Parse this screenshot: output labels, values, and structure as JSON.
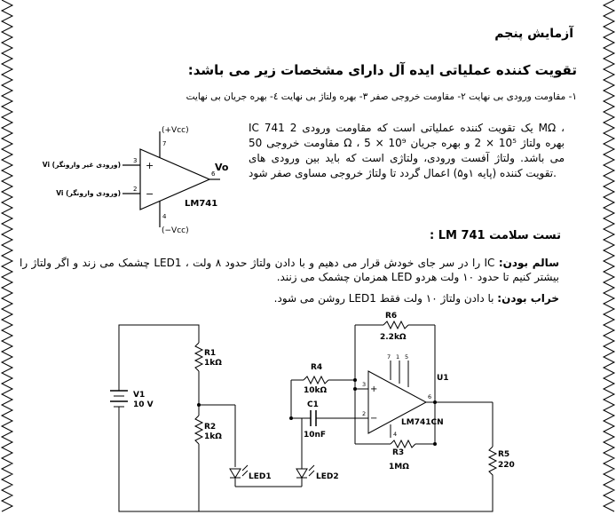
{
  "title": "آزمایش پنجم",
  "subtitle": "تقویت کننده عملیاتی ایده آل دارای مشخصات زیر می باشد:",
  "ideal_properties": "۱- مقاومت ورودی بی نهایت  ۲- مقاومت خروجی صفر  ۳- بهره ولتاژ بی نهایت  ٤- بهره جریان بی نهایت",
  "ic_description": "IC 741 یک تقویت کننده عملیاتی است که مقاومت ورودی 2 MΩ ، مقاومت خروجی 50 Ω ، بهره ولتاژ 10⁵ × 2 و بهره جریان 10⁹ × 5 می باشد.  ولتاژ آفست ورودی، ولتاژی است که باید بین ورودی های تقویت کننده (پایه ۱و۵) اعمال گردد تا ولتاژ خروجی مساوی صفر شود.",
  "test_title": "تست سلامت LM 741 :",
  "healthy_label": "سالم بودن:",
  "healthy_text": " IC را در سر جای خودش قرار می دهیم و با دادن ولتاژ حدود ۸ ولت ، LED1 چشمک می زند و اگر ولتاژ را بیشتر کنیم تا حدود ۱۰ ولت هردو LED همزمان چشمک می زنند.",
  "broken_label": "خراب بودن:",
  "broken_text": " با دادن ولتاژ ۱۰ ولت فقط LED1 روشن می شود.",
  "opamp_diagram": {
    "vcc_pos": "(+Vcc)",
    "vcc_neg": "(−Vcc)",
    "pin7": "7",
    "pin4": "4",
    "pin2": "2",
    "pin3": "3",
    "pin6": "6",
    "plus": "+",
    "minus": "−",
    "vo": "Vo",
    "part": "LM741",
    "vi_noninv": "Vi (ورودی غیر وارونگر)",
    "vi_inv": "Vi (ورودی وارونگر)"
  },
  "schematic": {
    "v1_name": "V1",
    "v1_value": "10 V",
    "r1_name": "R1",
    "r1_value": "1kΩ",
    "r2_name": "R2",
    "r2_value": "1kΩ",
    "r3_name": "R3",
    "r3_value": "1MΩ",
    "r4_name": "R4",
    "r4_value": "10kΩ",
    "r5_name": "R5",
    "r5_value": "220Ω",
    "r6_name": "R6",
    "r6_value": "2.2kΩ",
    "c1_name": "C1",
    "c1_value": "10nF",
    "u1_name": "U1",
    "u1_part": "LM741CN",
    "led1": "LED1",
    "led2": "LED2",
    "pin7": "7",
    "pin1": "1",
    "pin5": "5",
    "pin3": "3",
    "pin2": "2",
    "pin6": "6",
    "pin4": "4"
  }
}
